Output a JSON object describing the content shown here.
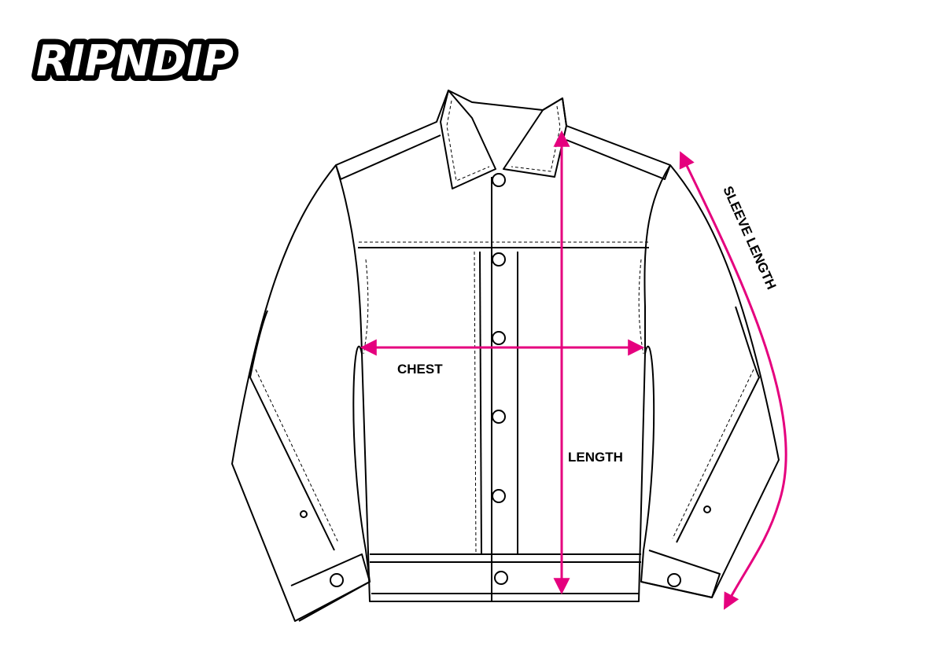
{
  "brand": {
    "logo_text": "RIPNDIP"
  },
  "measurements": {
    "chest": "CHEST",
    "length": "LENGTH",
    "sleeve_length": "SLEEVE LENGTH"
  },
  "colors": {
    "arrow": "#e5007e",
    "outline": "#000000",
    "background": "#ffffff"
  }
}
